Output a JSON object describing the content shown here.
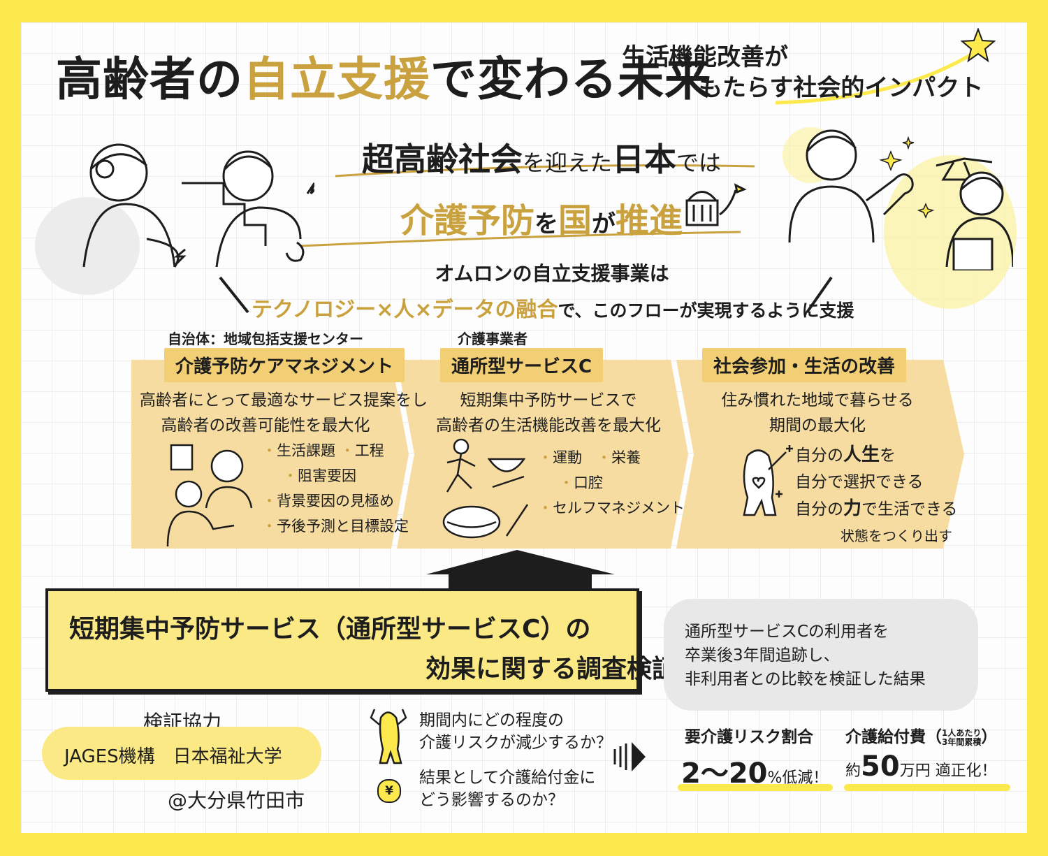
{
  "header": {
    "title_a": "高齢者の",
    "title_b": "自立支援",
    "title_c": "で変わる未来",
    "subtitle_1": "生活機能改善が",
    "subtitle_2": "もたらす社会的インパクト"
  },
  "headline": {
    "line1_a": "超高齢社会",
    "line1_b": "を迎えた",
    "line1_c": "日本",
    "line1_d": "では",
    "line2_a": "介護予防",
    "line2_b": "を",
    "line2_c": "国",
    "line2_d": "が",
    "line2_e": "推進"
  },
  "omron": {
    "line1": "オムロンの自立支援事業は",
    "line2_a": "テクノロジー×人×データの融合",
    "line2_b": "で、このフローが実現するように支援"
  },
  "columns": [
    {
      "top_label": "自治体：地域包括支援センター",
      "pill": "介護予防ケアマネジメント",
      "desc_1": "高齢者にとって最適なサービス提案をし",
      "desc_2": "高齢者の改善可能性を最大化",
      "bullets": [
        "生活課題",
        "工程",
        "阻害要因",
        "背景要因の見極め",
        "予後予測と目標設定"
      ]
    },
    {
      "top_label": "介護事業者",
      "pill": "通所型サービスC",
      "desc_1": "短期集中予防サービスで",
      "desc_2": "高齢者の生活機能改善を最大化",
      "bullets": [
        "運動",
        "栄養",
        "口腔",
        "セルフマネジメント"
      ]
    },
    {
      "pill": "社会参加・生活の改善",
      "desc_1": "住み慣れた地域で暮らせる",
      "desc_2": "期間の最大化",
      "life_1a": "自分の",
      "life_1b": "人生",
      "life_1c": "を",
      "life_2": "自分で選択できる",
      "life_3a": "自分の",
      "life_3b": "力",
      "life_3c": "で生活できる",
      "life_4": "状態をつくり出す"
    }
  ],
  "study": {
    "line1": "短期集中予防サービス（通所型サービスC）の",
    "line2": "効果に関する調査検証"
  },
  "bubble": {
    "line1": "通所型サービスCの利用者を",
    "line2": "卒業後3年間追跡し、",
    "line3": "非利用者との比較を検証した結果"
  },
  "stats": {
    "risk_label": "要介護リスク割合",
    "risk_value": "2〜20",
    "risk_suffix": "%低減！",
    "cost_label": "介護給付費（",
    "cost_note_1": "1人あたり",
    "cost_note_2": "3年間累積",
    "cost_label_end": "）",
    "cost_prefix": "約",
    "cost_value": "50",
    "cost_suffix": "万円 適正化！"
  },
  "cooperation": {
    "heading": "検証協力",
    "orgs": "JAGES機構　日本福祉大学",
    "location": "@大分県竹田市"
  },
  "questions": {
    "q1_1": "期間内にどの程度の",
    "q1_2": "介護リスクが減少するか？",
    "q2_1": "結果として介護給付金に",
    "q2_2": "どう影響するのか？",
    "yen": "¥"
  }
}
